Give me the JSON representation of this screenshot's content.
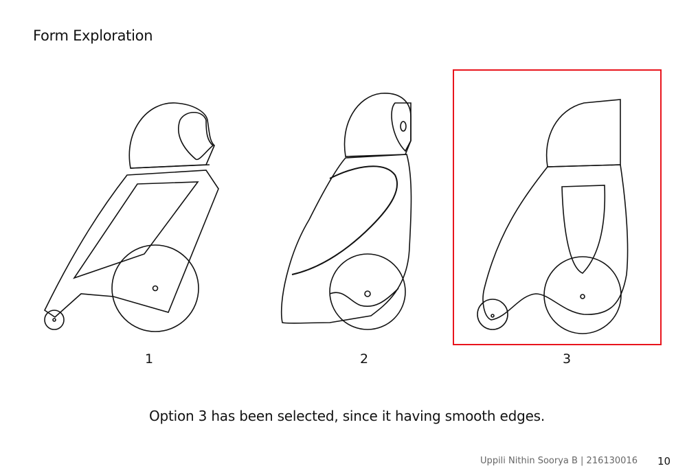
{
  "slide": {
    "title": "Form Exploration",
    "options": [
      {
        "label": "1",
        "selected": false
      },
      {
        "label": "2",
        "selected": false
      },
      {
        "label": "3",
        "selected": true
      }
    ],
    "selection_color": "#e8141c",
    "caption": "Option 3 has been selected, since it having smooth edges.",
    "footer_author": "Uppili Nithin Soorya B | 216130016",
    "page_number": "10"
  }
}
